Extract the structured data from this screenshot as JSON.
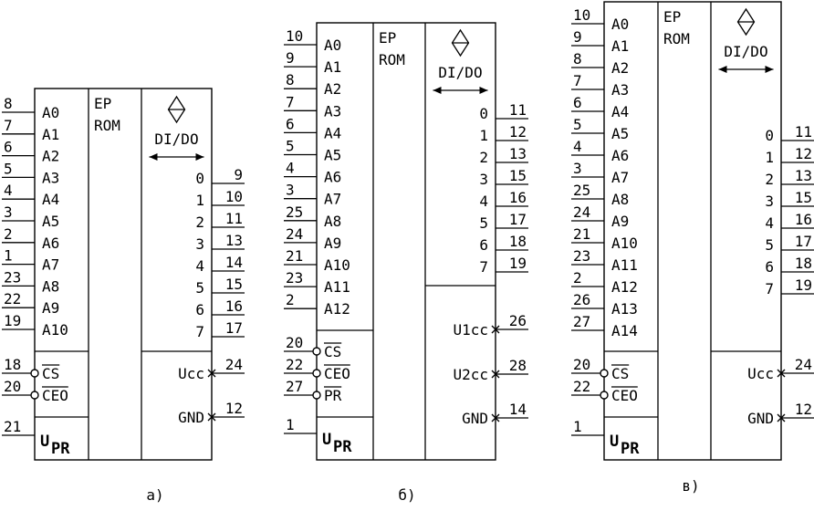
{
  "diagrams": [
    {
      "caption": "а)",
      "title_lines": [
        "EP",
        "ROM"
      ],
      "dido_label": "DI/DO",
      "addr_pins": [
        "8",
        "7",
        "6",
        "5",
        "4",
        "3",
        "2",
        "1",
        "23",
        "22",
        "19"
      ],
      "addr_names": [
        "A0",
        "A1",
        "A2",
        "A3",
        "A4",
        "A5",
        "A6",
        "A7",
        "A8",
        "A9",
        "A10"
      ],
      "ctrl_pins": [
        "18",
        "20"
      ],
      "ctrl_names": [
        "CS",
        "CEO"
      ],
      "upr_pin": "21",
      "upr_label": [
        "U",
        "PR"
      ],
      "data_names": [
        "0",
        "1",
        "2",
        "3",
        "4",
        "5",
        "6",
        "7"
      ],
      "data_pins": [
        "9",
        "10",
        "11",
        "13",
        "14",
        "15",
        "16",
        "17"
      ],
      "power_names": [
        "Ucc",
        "GND"
      ],
      "power_pins": [
        "24",
        "12"
      ]
    },
    {
      "caption": "б)",
      "title_lines": [
        "EP",
        "ROM"
      ],
      "dido_label": "DI/DO",
      "addr_pins": [
        "10",
        "9",
        "8",
        "7",
        "6",
        "5",
        "4",
        "3",
        "25",
        "24",
        "21",
        "23",
        "2"
      ],
      "addr_names": [
        "A0",
        "A1",
        "A2",
        "A3",
        "A4",
        "A5",
        "A6",
        "A7",
        "A8",
        "A9",
        "A10",
        "A11",
        "A12"
      ],
      "ctrl_pins": [
        "20",
        "22",
        "27"
      ],
      "ctrl_names": [
        "CS",
        "CEO",
        "PR"
      ],
      "upr_pin": "1",
      "upr_label": [
        "U",
        "PR"
      ],
      "data_names": [
        "0",
        "1",
        "2",
        "3",
        "4",
        "5",
        "6",
        "7"
      ],
      "data_pins": [
        "11",
        "12",
        "13",
        "15",
        "16",
        "17",
        "18",
        "19"
      ],
      "power_names": [
        "U1cc",
        "U2cc",
        "GND"
      ],
      "power_pins": [
        "26",
        "28",
        "14"
      ]
    },
    {
      "caption": "в)",
      "title_lines": [
        "EP",
        "ROM"
      ],
      "dido_label": "DI/DO",
      "addr_pins": [
        "10",
        "9",
        "8",
        "7",
        "6",
        "5",
        "4",
        "3",
        "25",
        "24",
        "21",
        "23",
        "2",
        "26",
        "27"
      ],
      "addr_names": [
        "A0",
        "A1",
        "A2",
        "A3",
        "A4",
        "A5",
        "A6",
        "A7",
        "A8",
        "A9",
        "A10",
        "A11",
        "A12",
        "A13",
        "A14"
      ],
      "ctrl_pins": [
        "20",
        "22"
      ],
      "ctrl_names": [
        "CS",
        "CEO"
      ],
      "upr_pin": "1",
      "upr_label": [
        "U",
        "PR"
      ],
      "data_names": [
        "0",
        "1",
        "2",
        "3",
        "4",
        "5",
        "6",
        "7"
      ],
      "data_pins": [
        "11",
        "12",
        "13",
        "15",
        "16",
        "17",
        "18",
        "19"
      ],
      "power_names": [
        "Ucc",
        "GND"
      ],
      "power_pins": [
        "24",
        "12"
      ]
    }
  ]
}
